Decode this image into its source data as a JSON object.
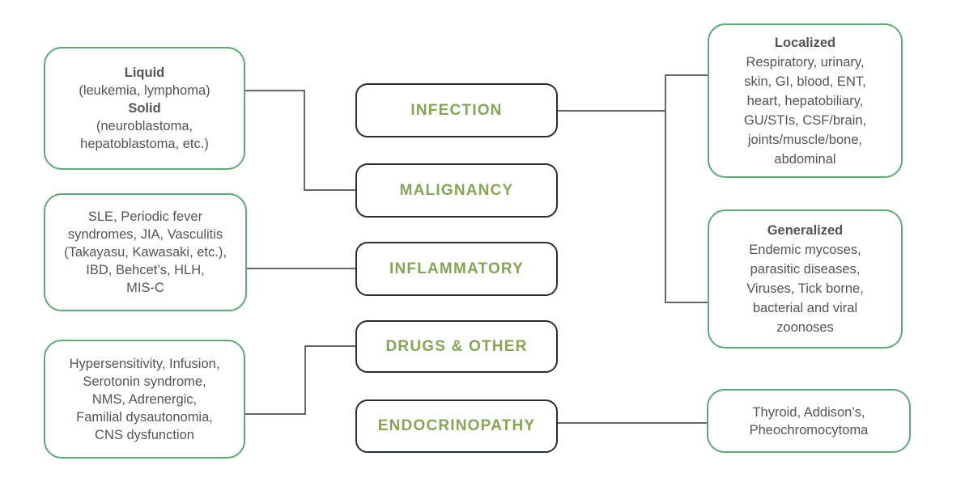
{
  "colors": {
    "background": "#ffffff",
    "green_border": "#5fa878",
    "dark_border": "#272e32",
    "heading_text": "#86a455",
    "body_text": "#545456",
    "connector": "#4d5256"
  },
  "center": [
    {
      "label": "INFECTION"
    },
    {
      "label": "MALIGNANCY"
    },
    {
      "label": "INFLAMMATORY"
    },
    {
      "label": "DRUGS & OTHER"
    },
    {
      "label": "ENDOCRINOPATHY"
    }
  ],
  "left": [
    {
      "name": "malignancy-details",
      "lines": [
        {
          "text": "Liquid",
          "bold": true
        },
        {
          "text": "(leukemia, lymphoma)"
        },
        {
          "text": "Solid",
          "bold": true
        },
        {
          "text": "(neuroblastoma,"
        },
        {
          "text": "hepatoblastoma, etc.)"
        }
      ]
    },
    {
      "name": "inflammatory-details",
      "lines": [
        {
          "text": "SLE, Periodic fever"
        },
        {
          "text": "syndromes, JIA, Vasculitis"
        },
        {
          "text": "(Takayasu, Kawasaki, etc.),"
        },
        {
          "text": "IBD, Behcet’s, HLH,"
        },
        {
          "text": "MIS-C"
        }
      ]
    },
    {
      "name": "drugs-other-details",
      "lines": [
        {
          "text": "Hypersensitivity, Infusion,"
        },
        {
          "text": "Serotonin syndrome,"
        },
        {
          "text": "NMS, Adrenergic,"
        },
        {
          "text": "Familial dysautonomia,"
        },
        {
          "text": "CNS dysfunction"
        }
      ]
    }
  ],
  "right": [
    {
      "name": "infection-localized-details",
      "lines": [
        {
          "text": "Localized",
          "bold": true
        },
        {
          "text": "Respiratory, urinary,"
        },
        {
          "text": "skin, GI, blood, ENT,"
        },
        {
          "text": "heart, hepatobiliary,"
        },
        {
          "text": "GU/STIs, CSF/brain,"
        },
        {
          "text": "joints/muscle/bone,"
        },
        {
          "text": "abdominal"
        }
      ]
    },
    {
      "name": "infection-generalized-details",
      "lines": [
        {
          "text": "Generalized",
          "bold": true
        },
        {
          "text": "Endemic mycoses,"
        },
        {
          "text": "parasitic diseases,"
        },
        {
          "text": "Viruses, Tick borne,"
        },
        {
          "text": "bacterial and viral"
        },
        {
          "text": "zoonoses"
        }
      ]
    },
    {
      "name": "endocrinopathy-details",
      "lines": [
        {
          "text": "Thyroid, Addison’s,"
        },
        {
          "text": "Pheochromocytoma"
        }
      ]
    }
  ]
}
